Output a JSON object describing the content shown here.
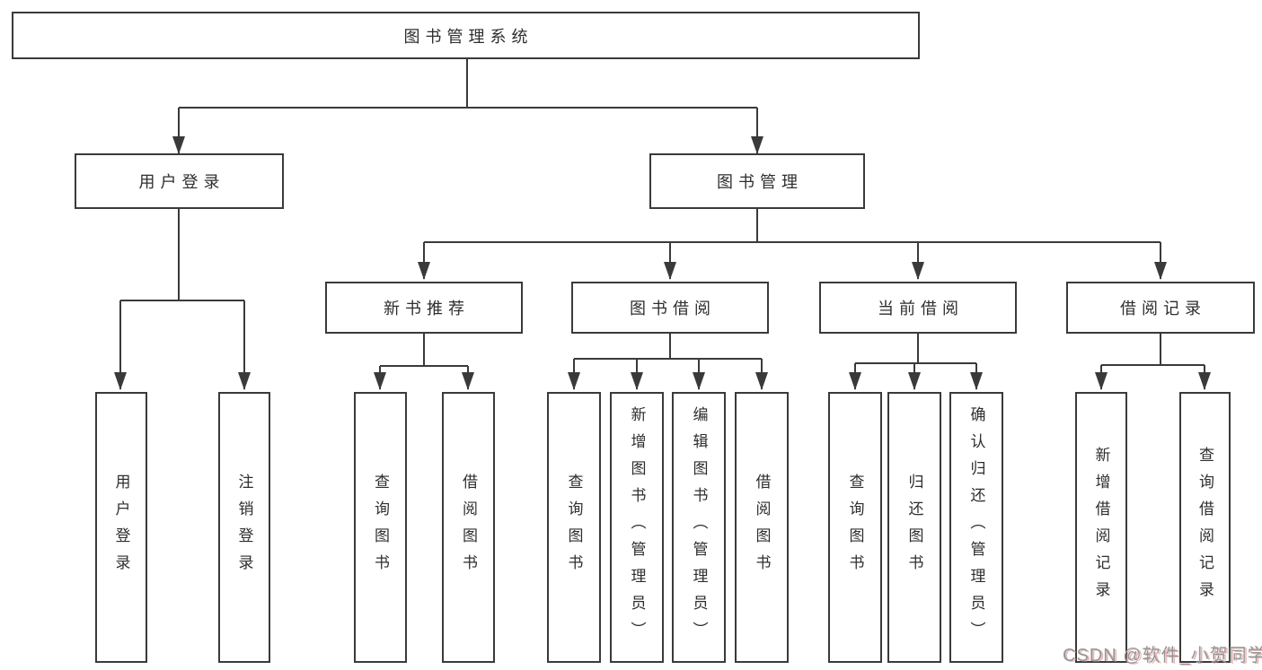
{
  "diagram": {
    "root": "图书管理系统",
    "branches": [
      {
        "label": "用户登录",
        "children": [
          "用户登录",
          "注销登录"
        ]
      },
      {
        "label": "图书管理",
        "sections": [
          {
            "label": "新书推荐",
            "children": [
              "查询图书",
              "借阅图书"
            ]
          },
          {
            "label": "图书借阅",
            "children": [
              "查询图书",
              "新增图书（管理员）",
              "编辑图书（管理员）",
              "借阅图书"
            ]
          },
          {
            "label": "当前借阅",
            "children": [
              "查询图书",
              "归还图书",
              "确认归还（管理员）"
            ]
          },
          {
            "label": "借阅记录",
            "children": [
              "新增借阅记录",
              "查询借阅记录"
            ]
          }
        ]
      }
    ]
  },
  "watermark": {
    "text": "CSDN @软件_小贺同学"
  },
  "colors": {
    "line": "#3a3a3a",
    "box_border": "#3a3a3a",
    "text": "#2e2e2e",
    "watermark_gray": "#969696",
    "watermark_red_shadow": "#d78080",
    "background": "#ffffff"
  }
}
